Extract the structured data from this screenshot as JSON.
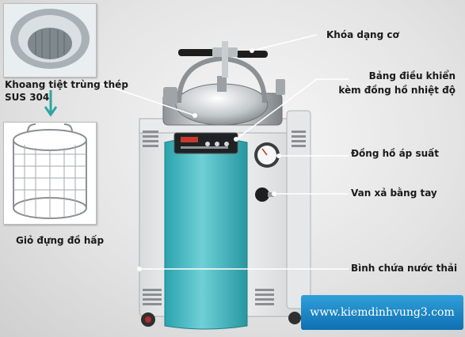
{
  "labels": {
    "chamber": {
      "line1": "Khoang tiệt trùng thép",
      "line2": "SUS 304"
    },
    "basket": "Giỏ đựng đồ hấp",
    "lock": "Khóa dạng cơ",
    "panel": {
      "line1": "Bảng điều khiển",
      "line2": "kèm đồng hồ nhiệt độ"
    },
    "pressure": "Đồng hồ áp suất",
    "valve": "Van xả bằng tay",
    "tank": "Bình chứa nước thải"
  },
  "watermark": "www.kiemdinhvung3.com",
  "colors": {
    "teal": "#3fb6c0",
    "arrow": "#2aa6a0",
    "watermark": "#1f86c8"
  }
}
